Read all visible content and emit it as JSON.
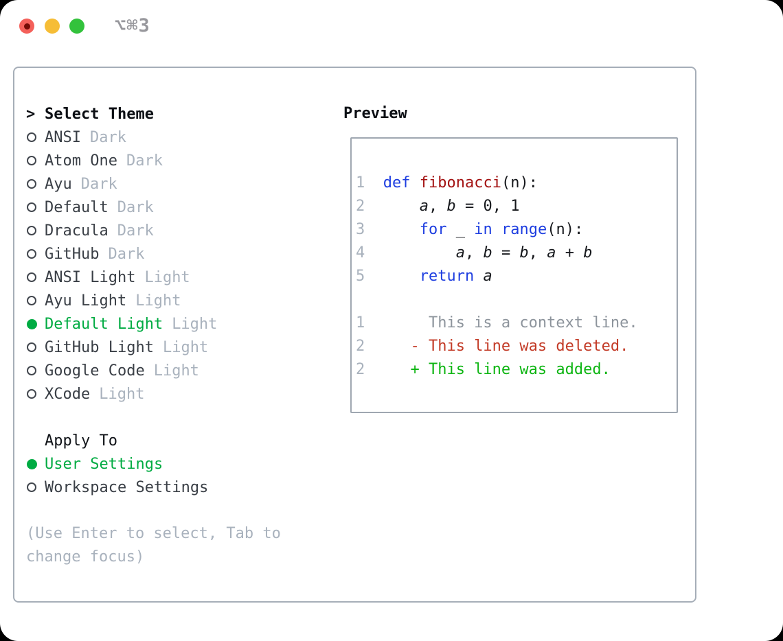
{
  "window": {
    "shortcut_label": "⌥⌘3",
    "traffic_lights": [
      "close",
      "minimize",
      "zoom"
    ]
  },
  "colors": {
    "selection_green": "#00ab42",
    "diff_added_green": "#0db512",
    "diff_deleted_red": "#c33b27",
    "keyword_blue": "#1e3ee0",
    "function_maroon": "#a31212",
    "muted_gray": "#a9b2bd",
    "traffic_red": "#f4605a",
    "traffic_yellow": "#f6bd36",
    "traffic_green": "#33c23c"
  },
  "theme_panel": {
    "cursor": ">",
    "title": "Select Theme",
    "themes": [
      {
        "name": "ANSI",
        "variant": "Dark",
        "selected": false
      },
      {
        "name": "Atom One",
        "variant": "Dark",
        "selected": false
      },
      {
        "name": "Ayu",
        "variant": "Dark",
        "selected": false
      },
      {
        "name": "Default",
        "variant": "Dark",
        "selected": false
      },
      {
        "name": "Dracula",
        "variant": "Dark",
        "selected": false
      },
      {
        "name": "GitHub",
        "variant": "Dark",
        "selected": false
      },
      {
        "name": "ANSI Light",
        "variant": "Light",
        "selected": false
      },
      {
        "name": "Ayu Light",
        "variant": "Light",
        "selected": false
      },
      {
        "name": "Default Light",
        "variant": "Light",
        "selected": true
      },
      {
        "name": "GitHub Light",
        "variant": "Light",
        "selected": false
      },
      {
        "name": "Google Code",
        "variant": "Light",
        "selected": false
      },
      {
        "name": "XCode",
        "variant": "Light",
        "selected": false
      }
    ],
    "apply_to": {
      "title": "Apply To",
      "options": [
        {
          "label": "User Settings",
          "selected": true
        },
        {
          "label": "Workspace Settings",
          "selected": false
        }
      ]
    },
    "help_lines": [
      "(Use Enter to select, Tab to",
      "change focus)"
    ]
  },
  "preview": {
    "title": "Preview",
    "code_lines": [
      {
        "num": "1",
        "tokens": [
          [
            "plain",
            "  "
          ],
          [
            "kw",
            "def"
          ],
          [
            "plain",
            " "
          ],
          [
            "fn",
            "fibonacci"
          ],
          [
            "plain",
            "(n):"
          ]
        ]
      },
      {
        "num": "2",
        "tokens": [
          [
            "plain",
            "      "
          ],
          [
            "var",
            "a"
          ],
          [
            "plain",
            ", "
          ],
          [
            "var",
            "b"
          ],
          [
            "plain",
            " = 0, 1"
          ]
        ]
      },
      {
        "num": "3",
        "tokens": [
          [
            "plain",
            "      "
          ],
          [
            "kw",
            "for"
          ],
          [
            "plain",
            " _ "
          ],
          [
            "kw",
            "in"
          ],
          [
            "plain",
            " "
          ],
          [
            "kw",
            "range"
          ],
          [
            "plain",
            "(n):"
          ]
        ]
      },
      {
        "num": "4",
        "tokens": [
          [
            "plain",
            "          "
          ],
          [
            "var",
            "a"
          ],
          [
            "plain",
            ", "
          ],
          [
            "var",
            "b"
          ],
          [
            "plain",
            " = "
          ],
          [
            "var",
            "b"
          ],
          [
            "plain",
            ", "
          ],
          [
            "var",
            "a"
          ],
          [
            "plain",
            " + "
          ],
          [
            "var",
            "b"
          ]
        ]
      },
      {
        "num": "5",
        "tokens": [
          [
            "plain",
            "      "
          ],
          [
            "kw",
            "return"
          ],
          [
            "plain",
            " "
          ],
          [
            "var",
            "a"
          ]
        ]
      }
    ],
    "diff_lines": [
      {
        "num": "1",
        "tokens": [
          [
            "ctx",
            "       This is a context line."
          ]
        ]
      },
      {
        "num": "2",
        "tokens": [
          [
            "del",
            "     - This line was deleted."
          ]
        ]
      },
      {
        "num": "2",
        "tokens": [
          [
            "add",
            "     + This line was added."
          ]
        ]
      }
    ]
  }
}
